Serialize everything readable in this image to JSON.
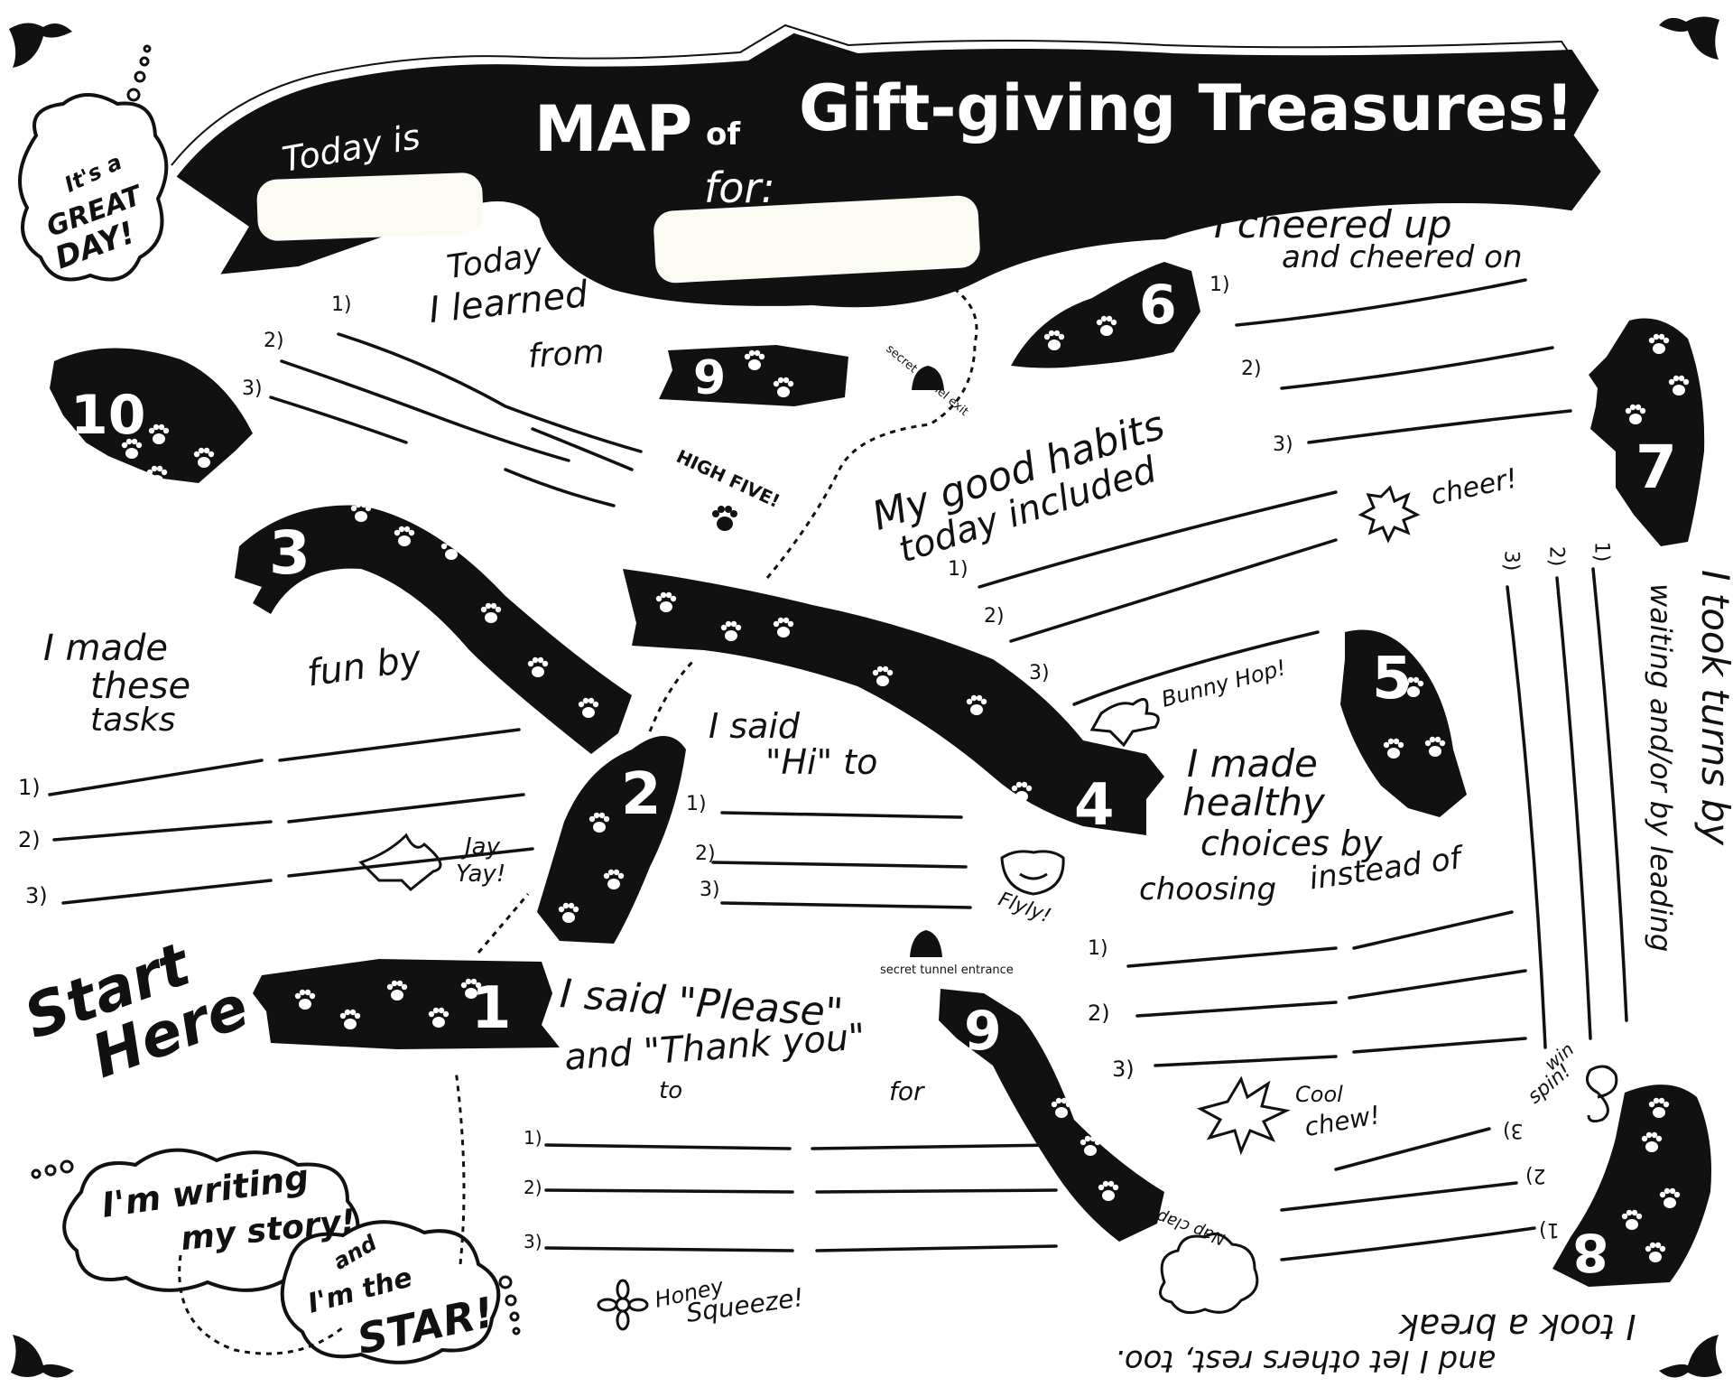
{
  "banner": {
    "title": "MAP of Gift-giving Treasures!",
    "title_main": "MAP",
    "title_of": "of",
    "title_rest": "Gift-giving Treasures!",
    "today_label": "Today is",
    "for_label": "for:"
  },
  "bubbles": {
    "great_day": [
      "It's a",
      "GREAT",
      "DAY!"
    ],
    "writing": [
      "I'm writing",
      "my story!"
    ],
    "star": [
      "and",
      "I'm the",
      "STAR!"
    ]
  },
  "start_label": [
    "Start",
    "Here"
  ],
  "patches": [
    {
      "id": "1",
      "label": "1"
    },
    {
      "id": "2",
      "label": "2"
    },
    {
      "id": "3",
      "label": "3"
    },
    {
      "id": "4",
      "label": "4"
    },
    {
      "id": "5",
      "label": "5"
    },
    {
      "id": "6",
      "label": "6"
    },
    {
      "id": "7",
      "label": "7"
    },
    {
      "id": "8",
      "label": "8"
    },
    {
      "id": "9a",
      "label": "9"
    },
    {
      "id": "9b",
      "label": "9"
    },
    {
      "id": "10",
      "label": "10"
    }
  ],
  "prompts": {
    "learned": [
      "Today",
      "I learned",
      "from"
    ],
    "tasks": [
      "I made",
      "these",
      "tasks"
    ],
    "fun_by": "fun by",
    "said_hi": [
      "I said",
      "\"Hi\" to"
    ],
    "please": [
      "I said \"Please\"",
      "and \"Thank you\""
    ],
    "please_to": "to",
    "please_for": "for",
    "habits": [
      "My good habits",
      "today included"
    ],
    "cheered": [
      "I cheered up",
      "and cheered on"
    ],
    "healthy": [
      "I made",
      "healthy",
      "choices by",
      "choosing",
      "instead of"
    ],
    "turns": [
      "I took turns by",
      "waiting and/or by leading"
    ],
    "break": [
      "I took a break",
      "and I let others rest, too."
    ]
  },
  "tunnels": {
    "entrance": "secret tunnel entrance",
    "exit": "secret tunnel exit"
  },
  "doodles": {
    "highfive": "HIGH FIVE!",
    "cheer": "cheer!",
    "bunny": "Bunny Hop!",
    "jay": [
      "Jay",
      "Yay!"
    ],
    "flyly": "Flyly!",
    "coolchew": [
      "Cool",
      "chew!"
    ],
    "winspin": [
      "win",
      "spin!"
    ],
    "napclap": "Nap clap",
    "honey": [
      "Honey",
      "Squeeze!"
    ]
  },
  "numbering": [
    "1)",
    "2)",
    "3)"
  ]
}
